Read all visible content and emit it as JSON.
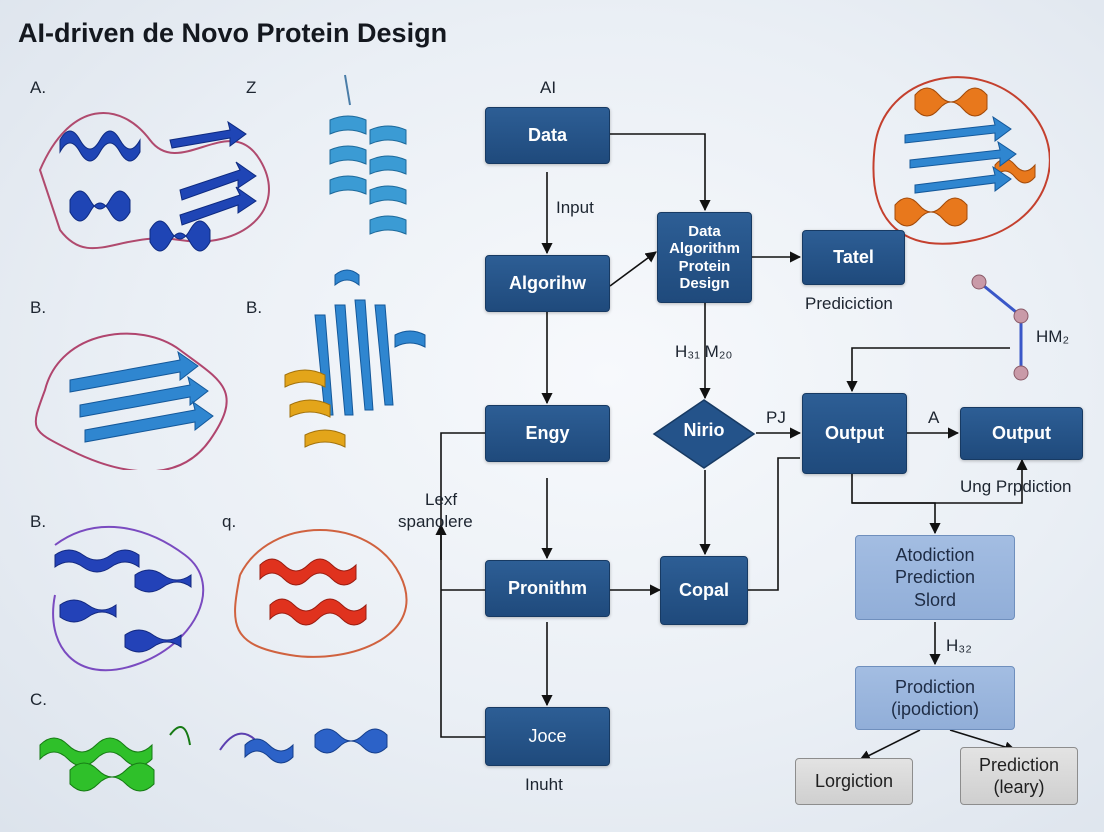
{
  "title": "AI-driven de Novo Protein Design",
  "protein_panel_labels": [
    "A.",
    "Z",
    "B.",
    "B.",
    "B.",
    "q.",
    "C."
  ],
  "flow": {
    "top_label": "AI",
    "nodes": {
      "data": "Data",
      "algorithm": "Algorihw",
      "center": [
        "Data",
        "Algorithm",
        "Protein",
        "Design"
      ],
      "tatel": "Tatel",
      "engy": "Engy",
      "nirio": "Nirio",
      "output1": "Output",
      "output2": "Output",
      "pronithm": "Pronithm",
      "copal": "Copal",
      "joce": "Joce",
      "atodiction": [
        "Atodiction",
        "Prediction",
        "Slord"
      ],
      "prodiction": [
        "Prodiction",
        "(ipodiction)"
      ],
      "logiction": "Lorgiction",
      "prediction_leary": [
        "Prediction",
        "(leary)"
      ]
    },
    "edge_labels": {
      "input": "Input",
      "prediction": "Prediciction",
      "h31_m20": "H₃₁ M₂₀",
      "pj": "PJ",
      "a": "A",
      "lexf": "Lexf",
      "spanolere": "spanolere",
      "ung_prediction": "Ung Prpdiction",
      "h32": "H₃₂",
      "inuht": "Inuht",
      "hm2": "HM₂"
    }
  },
  "colors": {
    "dark_box": "#24538a",
    "light_box": "#9cb7de",
    "gray_box": "#d8d8d8",
    "arrow": "#111111"
  }
}
